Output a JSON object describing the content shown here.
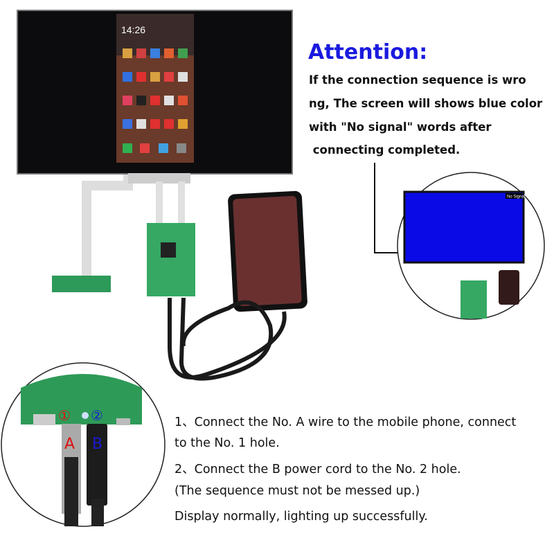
{
  "attention": {
    "title": "Attention:",
    "lines": [
      "If the connection sequence is wro",
      "ng, The screen will shows blue color",
      "with \"No signal\" words after",
      " connecting completed."
    ],
    "title_color": "#1a1adf"
  },
  "phone_screen": {
    "time": "14:26"
  },
  "inset_screen": {
    "label": "No Signal",
    "color": "#0a0ae6"
  },
  "port_labels": {
    "hole_1": "①",
    "hole_2": "②",
    "wire_a": "A",
    "wire_b": "B",
    "color_a": "#e01010",
    "color_b": "#1a1ad0"
  },
  "instructions": [
    "1、Connect the No. A wire to the mobile phone, connect",
    "to the No. 1 hole.",
    "2、Connect the B power cord to the No. 2 hole.",
    "(The sequence must not be messed up.)",
    "Display normally, lighting up successfully."
  ]
}
